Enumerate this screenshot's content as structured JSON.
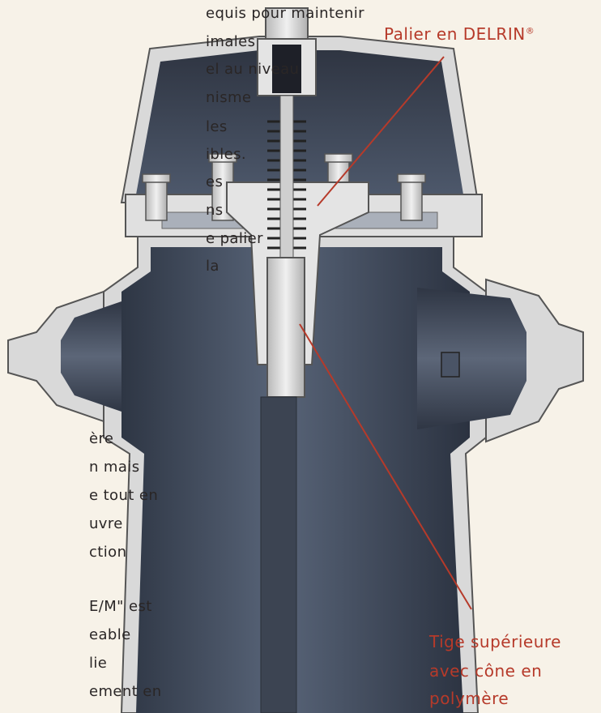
{
  "left_text": [
    "equis pour maintenir",
    "imales",
    "el au niveau",
    "nisme",
    "les",
    "ibles.",
    "es",
    "ns",
    "e palier",
    "la",
    "ère",
    "n mais",
    "e tout en",
    "uvre",
    "ction",
    "E/M\" est",
    "eable",
    "lie",
    "ement en"
  ],
  "callouts": {
    "bearing": "Palier en DELRIN",
    "bearing_mark": "®",
    "stem_line1": "Tige supérieure",
    "stem_line2": "avec cône en",
    "stem_line3": "polymère"
  },
  "colors": {
    "background": "#f7f2e8",
    "body_dark": "#3a4556",
    "shell_light": "#dcdcdc",
    "callout": "#b63a2a",
    "text": "#2a2626"
  }
}
